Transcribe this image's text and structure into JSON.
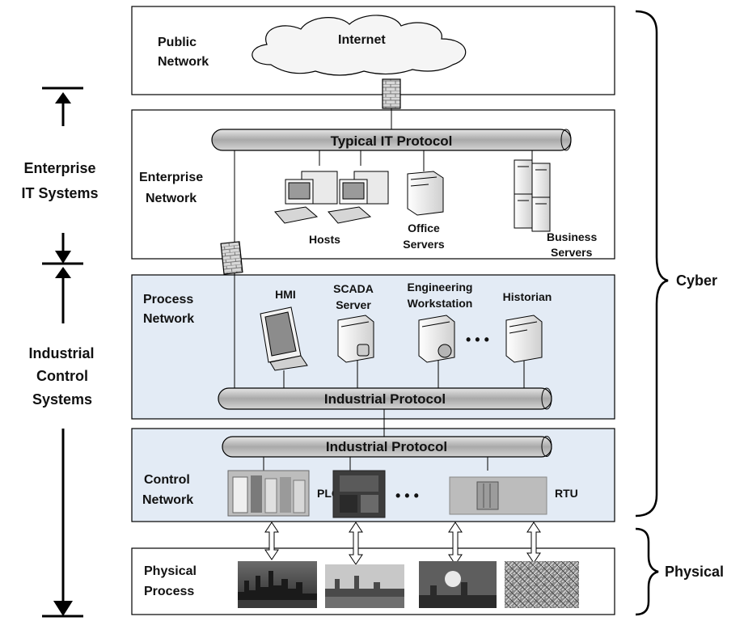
{
  "layers": {
    "public": {
      "line1": "Public",
      "line2": "Network"
    },
    "enterprise": {
      "line1": "Enterprise",
      "line2": "Network"
    },
    "process": {
      "line1": "Process",
      "line2": "Network"
    },
    "control": {
      "line1": "Control",
      "line2": "Network"
    },
    "physical": {
      "line1": "Physical",
      "line2": "Process"
    }
  },
  "cloud_label": "Internet",
  "buses": {
    "it": "Typical IT Protocol",
    "industrial_process": "Industrial Protocol",
    "industrial_control": "Industrial Protocol"
  },
  "devices": {
    "hosts": "Hosts",
    "office_servers": {
      "line1": "Office",
      "line2": "Servers"
    },
    "business_servers": {
      "line1": "Business",
      "line2": "Servers"
    },
    "hmi": "HMI",
    "scada": {
      "line1": "SCADA",
      "line2": "Server"
    },
    "engineering": {
      "line1": "Engineering",
      "line2": "Workstation"
    },
    "historian": "Historian",
    "plc": "PLC",
    "rtu": "RTU",
    "ellipsis": "• • •"
  },
  "left_labels": {
    "enterprise_it": {
      "line1": "Enterprise",
      "line2": "IT Systems"
    },
    "ics": {
      "line1": "Industrial",
      "line2": "Control",
      "line3": "Systems"
    }
  },
  "right_labels": {
    "cyber": "Cyber",
    "physical": "Physical"
  },
  "colors": {
    "layer_fill": "#e3ebf5",
    "white_fill": "#ffffff",
    "bus_fill": "#bdbdbd",
    "stroke": "#000000"
  }
}
